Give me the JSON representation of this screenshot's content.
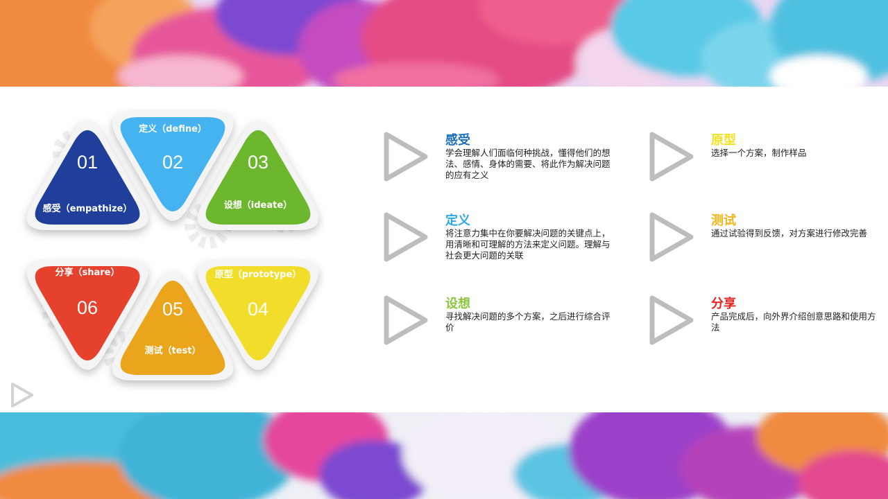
{
  "steps": [
    {
      "num": "01",
      "label": "感受（empathize）",
      "color": "#1f3f9a"
    },
    {
      "num": "02",
      "label": "定义（define）",
      "color": "#45b3ef"
    },
    {
      "num": "03",
      "label": "设想（ideate）",
      "color": "#6db72f"
    },
    {
      "num": "04",
      "label": "原型（prototype）",
      "color": "#f2de2a"
    },
    {
      "num": "05",
      "label": "测试（test）",
      "color": "#eaa51c"
    },
    {
      "num": "06",
      "label": "分享（share）",
      "color": "#e5412c"
    }
  ],
  "items": [
    {
      "title": "感受",
      "color": "#1d6fb8",
      "desc": "学会理解人们面临何种挑战，懂得他们的想法、感情、身体的需要、将此作为解决问题的应有之义"
    },
    {
      "title": "定义",
      "color": "#2ea9e6",
      "desc": "将注意力集中在你要解决问题的关键点上，用清晰和可理解的方法来定义问题。理解与社会更大问题的关联"
    },
    {
      "title": "设想",
      "color": "#8cc63f",
      "desc": "寻找解决问题的多个方案，之后进行综合评价"
    },
    {
      "title": "原型",
      "color": "#f4e21c",
      "desc": "选择一个方案，制作样品"
    },
    {
      "title": "测试",
      "color": "#f2b51b",
      "desc": "通过试验得到反馈，对方案进行修改完善"
    },
    {
      "title": "分享",
      "color": "#e8221e",
      "desc": "产品完成后，向外界介绍创意思路和使用方法"
    }
  ]
}
